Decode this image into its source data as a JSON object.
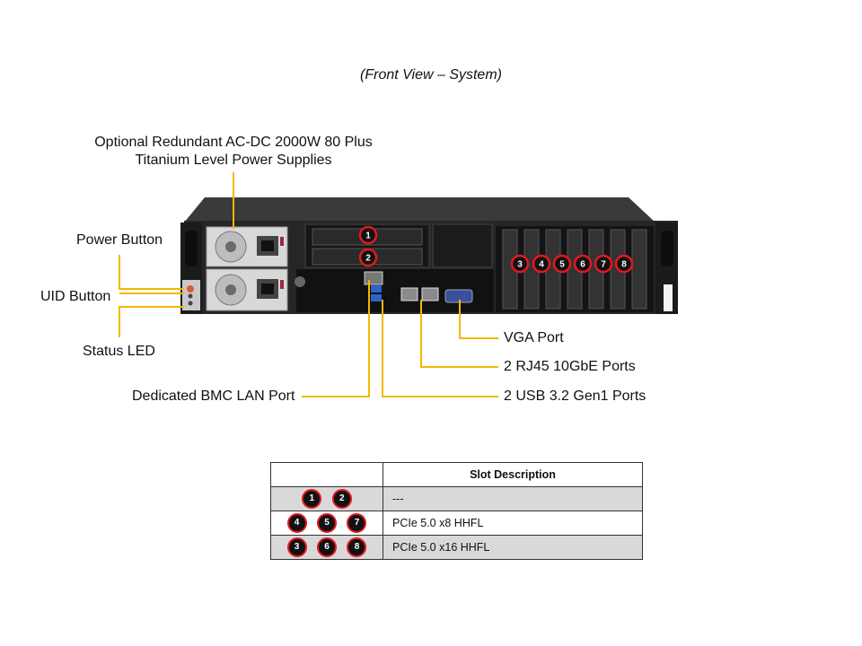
{
  "caption": "(Front View – System)",
  "labels": {
    "psu_line1": "Optional Redundant AC-DC 2000W 80 Plus",
    "psu_line2": "Titanium Level Power Supplies",
    "power_button": "Power Button",
    "uid_button": "UID Button",
    "status_led": "Status LED",
    "bmc_lan": "Dedicated BMC LAN Port",
    "vga": "VGA Port",
    "rj45": "2 RJ45 10GbE Ports",
    "usb": "2 USB 3.2 Gen1 Ports"
  },
  "slot_badges": [
    "1",
    "2",
    "3",
    "4",
    "5",
    "6",
    "7",
    "8"
  ],
  "table": {
    "header": "Slot Description",
    "rows": [
      {
        "slots": [
          "1",
          "2"
        ],
        "description": "---"
      },
      {
        "slots": [
          "4",
          "5",
          "7"
        ],
        "description": "PCIe 5.0 x8 HHFL"
      },
      {
        "slots": [
          "3",
          "6",
          "8"
        ],
        "description": "PCIe 5.0 x16 HHFL"
      }
    ]
  },
  "colors": {
    "callout_line": "#f2b800",
    "badge_ring": "#e2191f",
    "chassis": "#2a2a2a",
    "table_row_shade": "#d9d9d9"
  }
}
